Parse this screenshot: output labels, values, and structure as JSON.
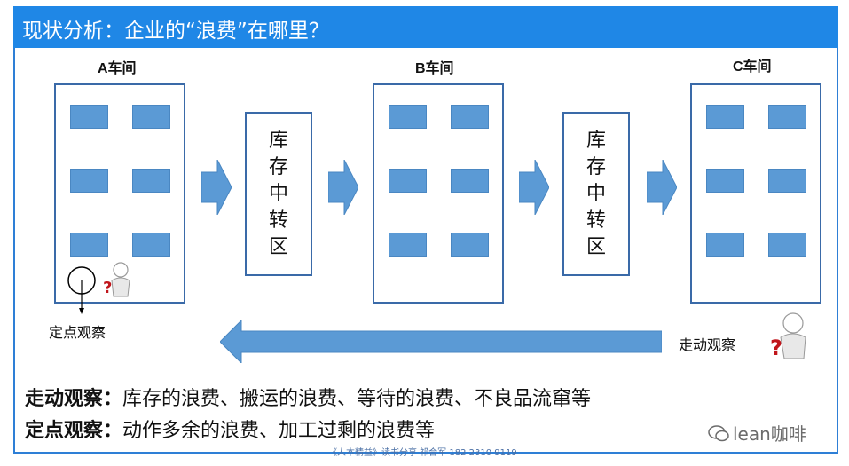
{
  "header": {
    "title": "现状分析：企业的“浪费”在哪里？"
  },
  "workshops": [
    {
      "label": "A车间"
    },
    {
      "label": "B车间"
    },
    {
      "label": "C车间"
    }
  ],
  "buffers": [
    {
      "chars": [
        "库",
        "存",
        "中",
        "转",
        "区"
      ]
    },
    {
      "chars": [
        "库",
        "存",
        "中",
        "转",
        "区"
      ]
    }
  ],
  "notes": {
    "fixed_point": "定点观察",
    "walking": "走动观察"
  },
  "lines": [
    {
      "key": "走动观察：",
      "text": "库存的浪费、搬运的浪费、等待的浪费、不良品流窜等"
    },
    {
      "key": "定点观察：",
      "text": "动作多余的浪费、加工过剩的浪费等"
    }
  ],
  "footer": "《人本精益》读书分享   祁合军    182 2310 9119",
  "watermark": "lean咖啡",
  "colors": {
    "header": "#1f87e6",
    "machine": "#5b9ad5",
    "arrow": "#5b9ad5",
    "border": "#3a6aa8"
  }
}
